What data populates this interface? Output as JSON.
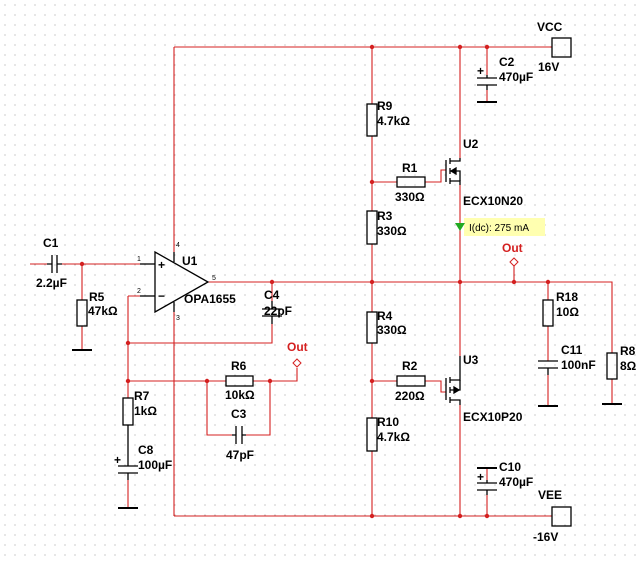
{
  "colors": {
    "wire": "#d42020",
    "component": "#000000",
    "grid_dot": "#9a9a9a",
    "out_label": "#d42020",
    "probe_box": "#ffffb0",
    "probe_arrow": "#22aa22",
    "background": "#ffffff"
  },
  "grid": "dotted",
  "labels": {
    "vcc_name": "VCC",
    "vcc_value": "16V",
    "vee_name": "VEE",
    "vee_value": "-16V",
    "c1_name": "C1",
    "c1_value": "2.2µF",
    "r5_name": "R5",
    "r5_value": "47kΩ",
    "u1_name": "U1",
    "u1_part": "OPA1655",
    "u1_pin1": "1",
    "u1_pin2": "2",
    "u1_pin3": "3",
    "u1_pin4": "4",
    "u1_pin5": "5",
    "c4_name": "C4",
    "c4_value": "22pF",
    "r6_name": "R6",
    "r6_value": "10kΩ",
    "c3_name": "C3",
    "c3_value": "47pF",
    "r7_name": "R7",
    "r7_value": "1kΩ",
    "c8_name": "C8",
    "c8_value": "100µF",
    "r9_name": "R9",
    "r9_value": "4.7kΩ",
    "r1_name": "R1",
    "r1_value": "330Ω",
    "r3_name": "R3",
    "r3_value": "330Ω",
    "r4_name": "R4",
    "r4_value": "330Ω",
    "r2_name": "R2",
    "r2_value": "220Ω",
    "r10_name": "R10",
    "r10_value": "4.7kΩ",
    "u2_name": "U2",
    "u2_part": "ECX10N20",
    "u3_name": "U3",
    "u3_part": "ECX10P20",
    "c2_name": "C2",
    "c2_value": "470µF",
    "c10_name": "C10",
    "c10_value": "470µF",
    "r18_name": "R18",
    "r18_value": "10Ω",
    "c11_name": "C11",
    "c11_value": "100nF",
    "r8_name": "R8",
    "r8_value": "8Ω",
    "out_main": "Out",
    "out_feedback": "Out",
    "probe_reading": "I(dc): 275 mA",
    "plus_sign": "+",
    "minus_sign": "−"
  }
}
